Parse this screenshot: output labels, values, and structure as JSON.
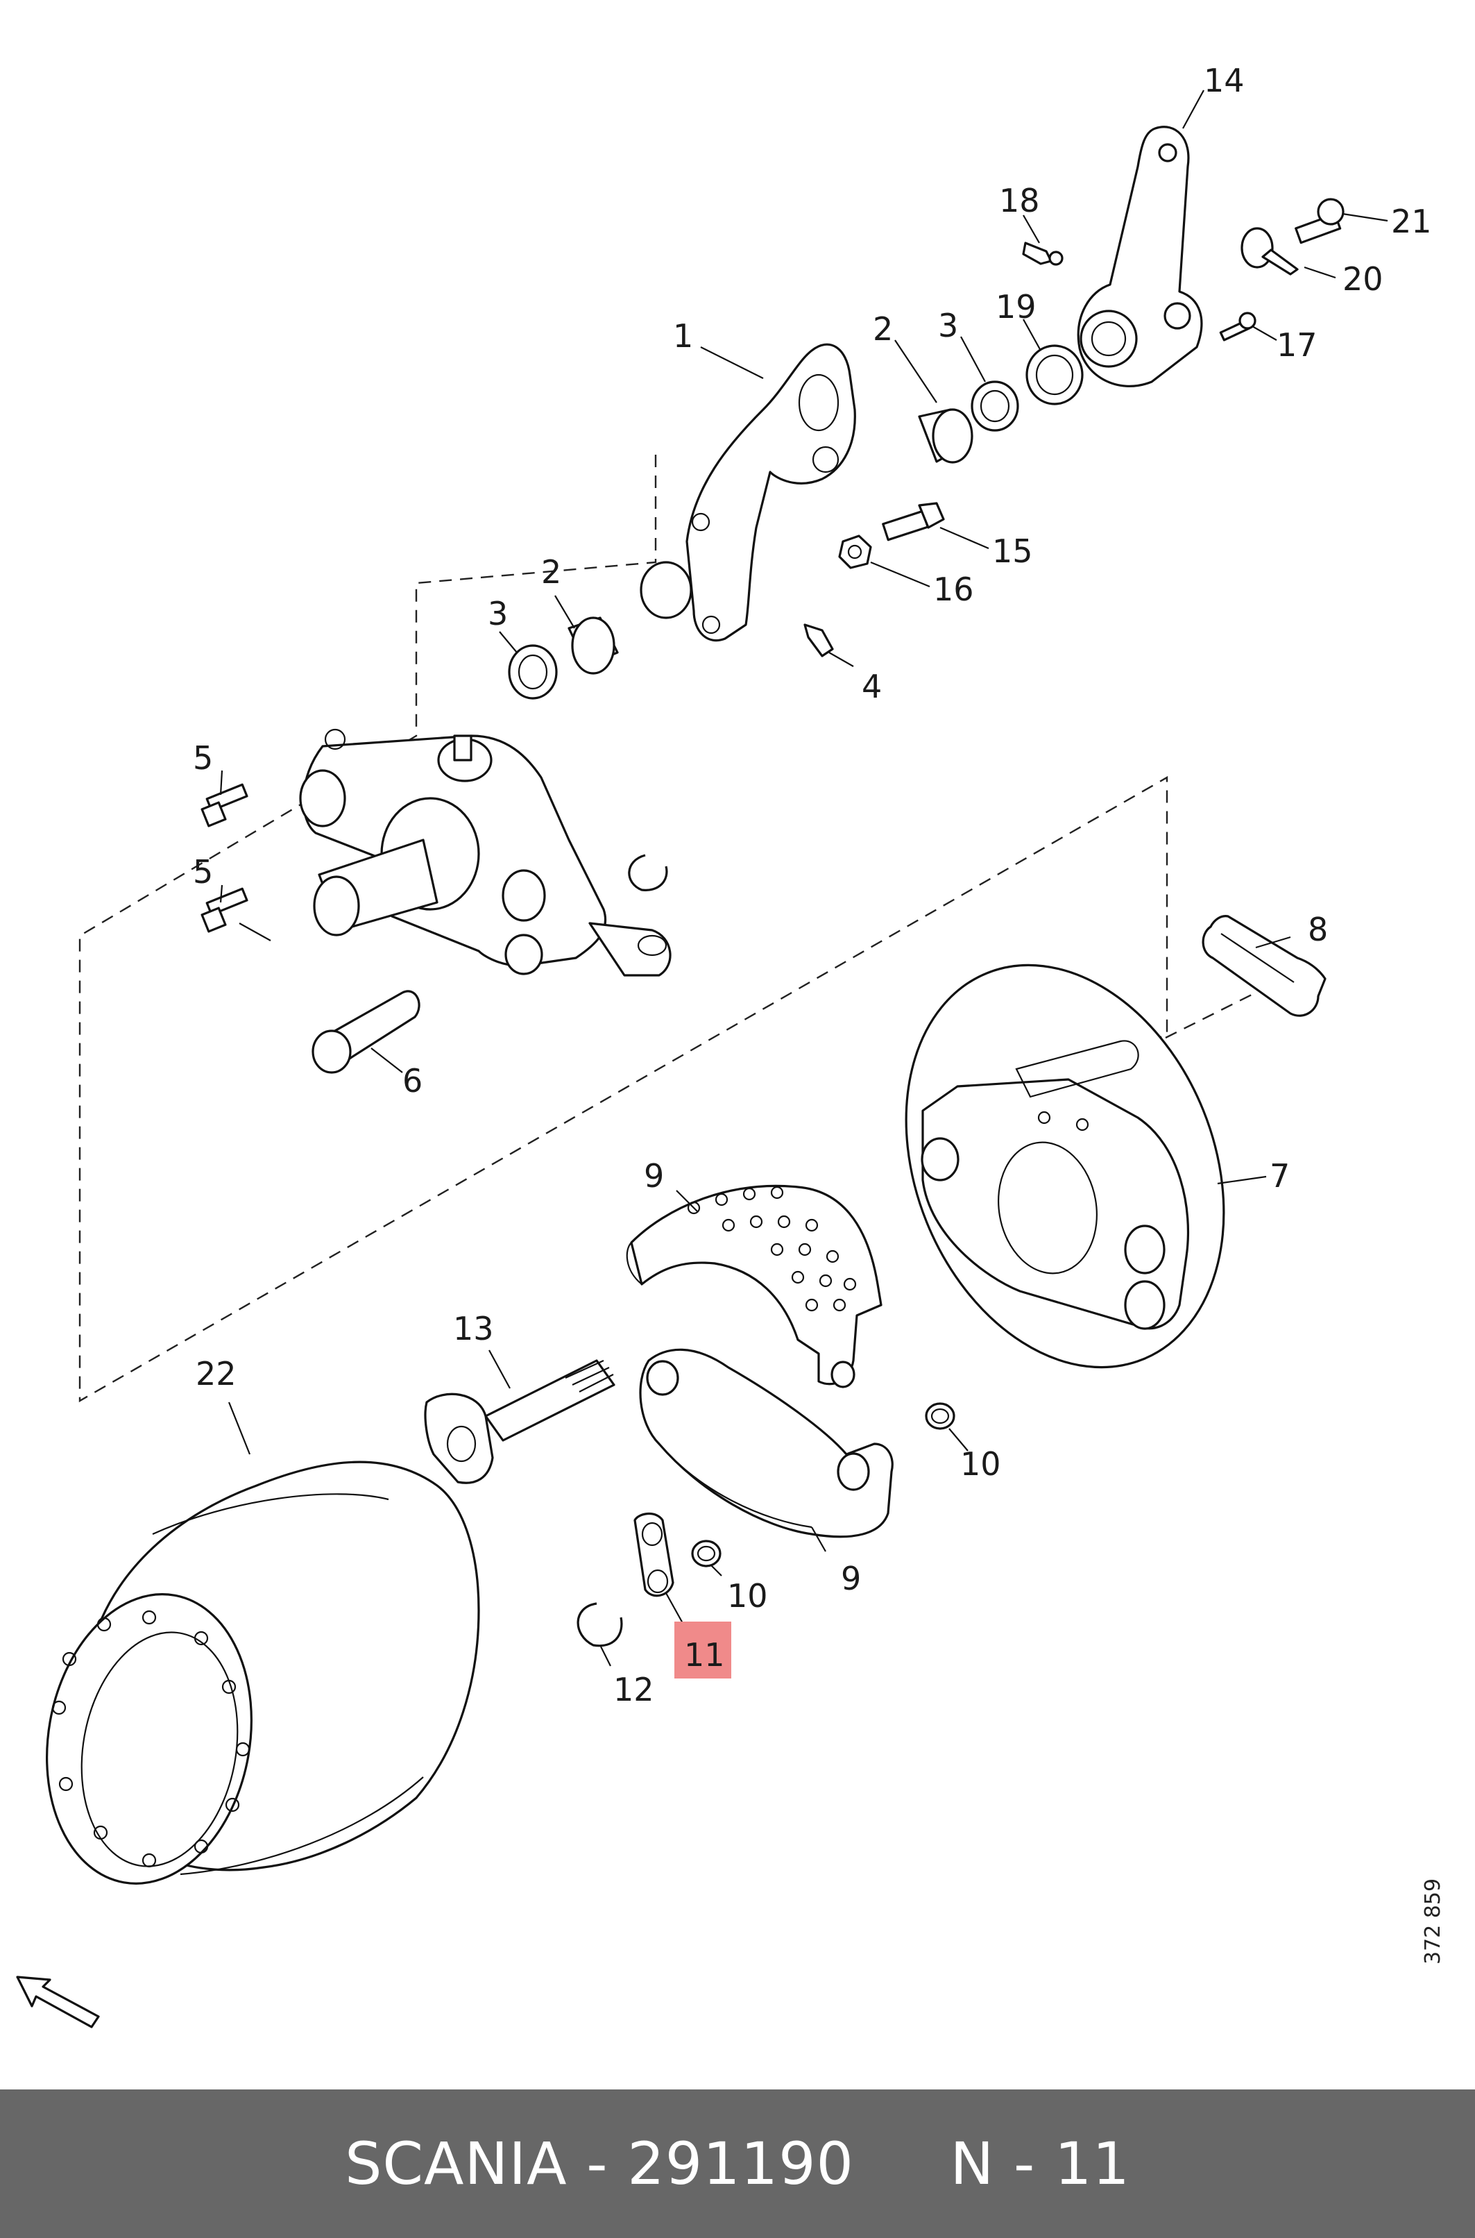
{
  "callouts": {
    "c1": "1",
    "c2a": "2",
    "c2b": "2",
    "c3a": "3",
    "c3b": "3",
    "c4": "4",
    "c5a": "5",
    "c5b": "5",
    "c6": "6",
    "c7": "7",
    "c8": "8",
    "c9a": "9",
    "c9b": "9",
    "c10a": "10",
    "c10b": "10",
    "c11": "11",
    "c12": "12",
    "c13": "13",
    "c14": "14",
    "c15": "15",
    "c16": "16",
    "c17": "17",
    "c18": "18",
    "c19": "19",
    "c20": "20",
    "c21": "21",
    "c22": "22"
  },
  "highlight_color": "#f08a8a",
  "highlighted_part": "11",
  "drawing_id": "372 859",
  "footer": {
    "text": "SCANIA - 291190     N - 11",
    "background": "#676767"
  },
  "icons": {
    "direction": "direction-arrow-icon"
  }
}
